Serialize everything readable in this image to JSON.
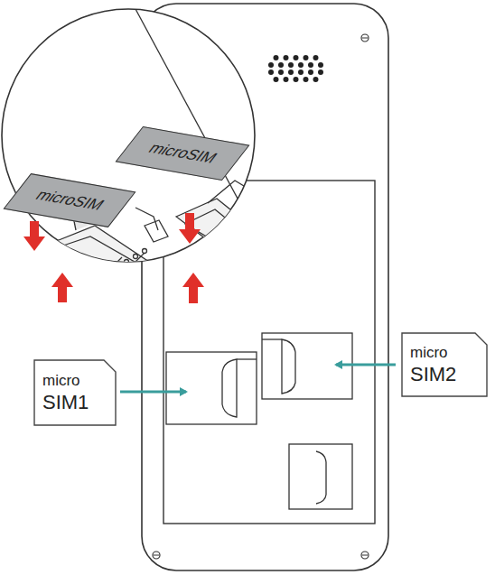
{
  "diagram": {
    "nodes": [
      {
        "text": [
          "microSIM"
        ]
      },
      {
        "text": [
          "microSIM"
        ]
      },
      {
        "text": [
          "micro",
          "SIM1"
        ]
      },
      {
        "text": [
          "micro",
          "SIM2"
        ]
      }
    ]
  }
}
